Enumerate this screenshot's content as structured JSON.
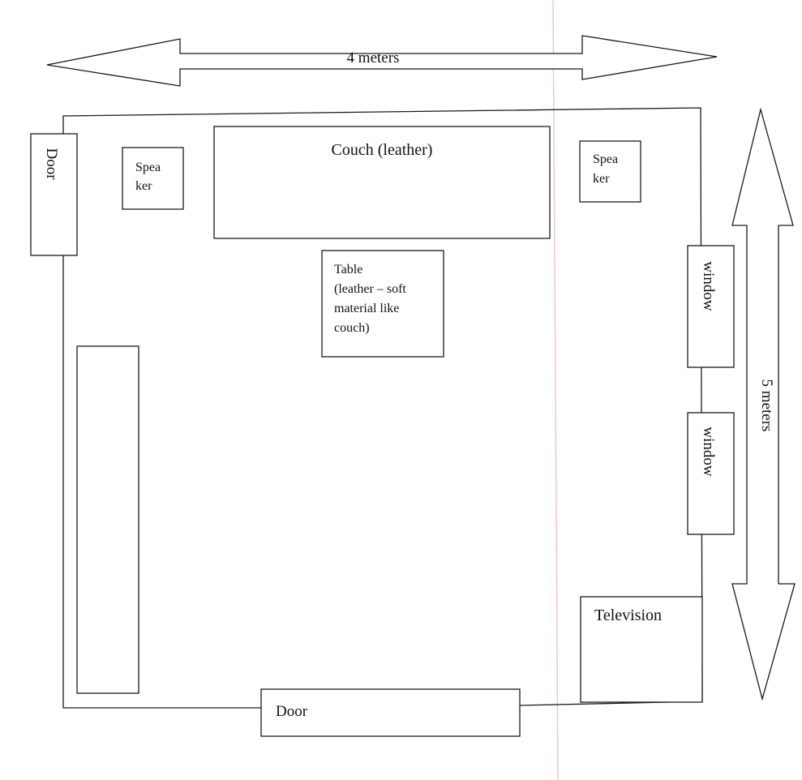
{
  "colors": {
    "line": "#1a1a1a",
    "text": "#111111",
    "background": "#ffffff",
    "scan_artifact": "#f1c6cc"
  },
  "dimensions": {
    "width_label": "4 meters",
    "height_label": "5 meters"
  },
  "furniture": {
    "couch": "Couch (leather)",
    "speaker_left": [
      "Spea",
      "ker"
    ],
    "speaker_right": [
      "Spea",
      "ker"
    ],
    "table": [
      "Table",
      "(leather – soft",
      "material like",
      "couch)"
    ],
    "television": "Television",
    "shelf": ""
  },
  "openings": {
    "door_left": "Door",
    "door_bottom": "Door",
    "window_upper": "window",
    "window_lower": "window"
  }
}
